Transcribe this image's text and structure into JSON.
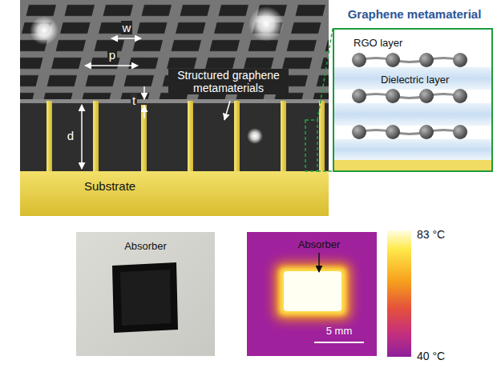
{
  "diagram": {
    "nodes": [
      {
        "text": [
          "Graphene metamaterial",
          "RGO layer",
          "Dielectric layer"
        ]
      },
      {
        "text": [
          "Absorber"
        ]
      },
      {
        "text": [
          "Absorber",
          "5 mm"
        ]
      }
    ],
    "labels": [
      "w",
      "p",
      "t",
      "d",
      "Structured graphene metamaterials",
      "Substrate",
      "83 °C",
      "40 °C"
    ]
  }
}
